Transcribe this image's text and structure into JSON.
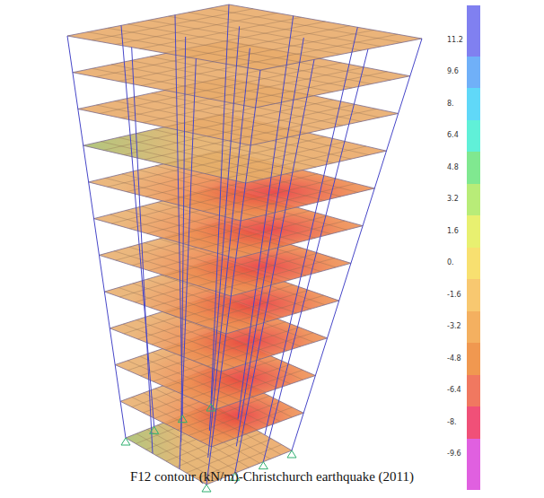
{
  "diagram": {
    "caption": "F12 contour (kN/m)-Christchurch earthquake (2011)",
    "legend": [
      {
        "text": "11.2",
        "color": "#8080f0"
      },
      {
        "text": "9.6",
        "color": "#70b0f8"
      },
      {
        "text": "8.",
        "color": "#60d8f8"
      },
      {
        "text": "6.4",
        "color": "#60f0d8"
      },
      {
        "text": "4.8",
        "color": "#80e890"
      },
      {
        "text": "3.2",
        "color": "#b8ec78"
      },
      {
        "text": "1.6",
        "color": "#e8f070"
      },
      {
        "text": "0.",
        "color": "#f8e070"
      },
      {
        "text": "-1.6",
        "color": "#f8c870"
      },
      {
        "text": "-3.2",
        "color": "#f4b060"
      },
      {
        "text": "-4.8",
        "color": "#f09850"
      },
      {
        "text": "-6.4",
        "color": "#f07860"
      },
      {
        "text": "-8.",
        "color": "#f05078"
      },
      {
        "text": "-9.6",
        "color": "#e060e0"
      }
    ]
  }
}
